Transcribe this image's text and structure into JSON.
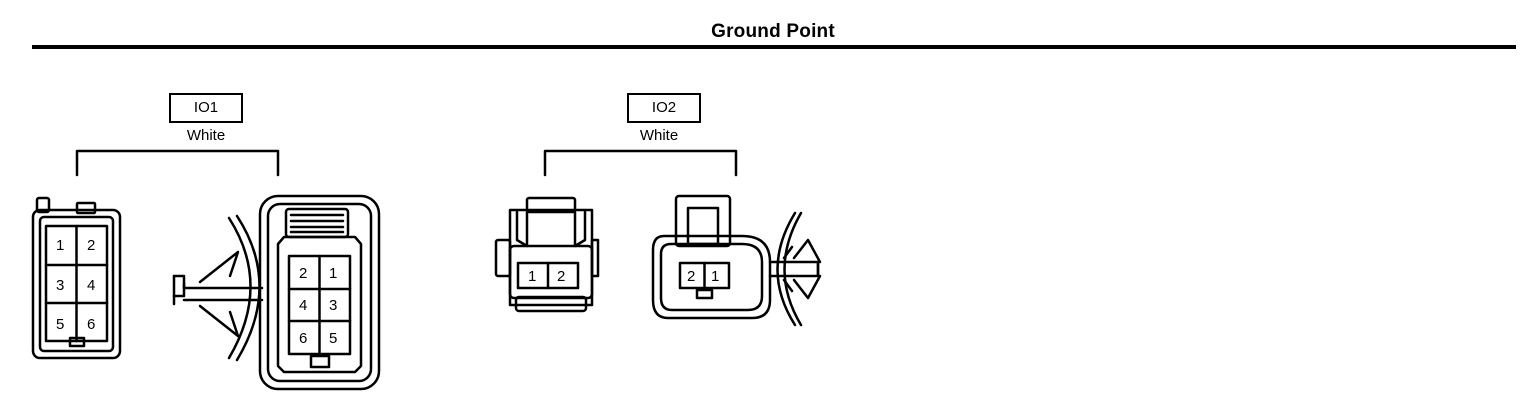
{
  "title": "Ground Point",
  "connectors": [
    {
      "id": "IO1",
      "color": "White",
      "pins_side_a": [
        "1",
        "2",
        "3",
        "4",
        "5",
        "6"
      ],
      "pins_side_b": [
        "2",
        "1",
        "4",
        "3",
        "6",
        "5"
      ]
    },
    {
      "id": "IO2",
      "color": "White",
      "pins_side_a": [
        "1",
        "2"
      ],
      "pins_side_b": [
        "2",
        "1"
      ]
    }
  ]
}
